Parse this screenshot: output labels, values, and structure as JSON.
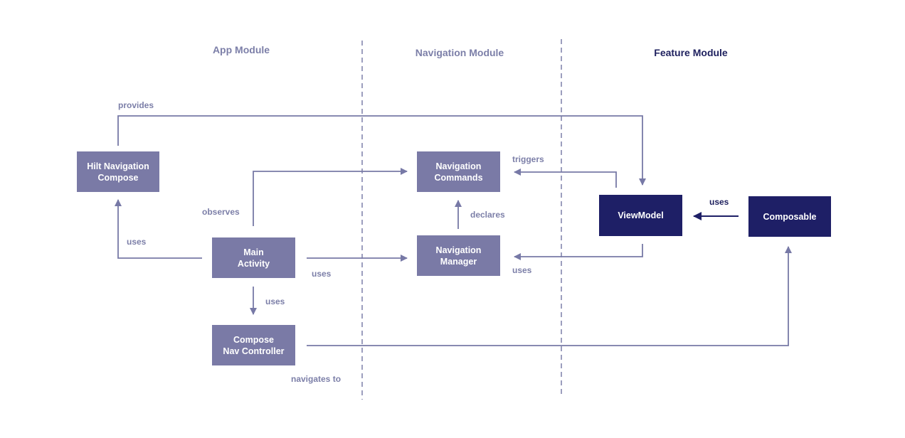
{
  "headers": {
    "app": "App Module",
    "navigation": "Navigation Module",
    "feature": "Feature Module"
  },
  "nodes": {
    "hilt": "Hilt Navigation\nCompose",
    "main_activity": "Main\nActivity",
    "compose_nav_controller": "Compose\nNav Controller",
    "navigation_commands": "Navigation\nCommands",
    "navigation_manager": "Navigation\nManager",
    "viewmodel": "ViewModel",
    "composable": "Composable"
  },
  "edge_labels": {
    "provides": "provides",
    "observes": "observes",
    "uses_hilt": "uses",
    "uses_manager": "uses",
    "uses_controller": "uses",
    "navigates_to": "navigates to",
    "triggers": "triggers",
    "declares": "declares",
    "uses_viewmodel": "uses",
    "uses_composable": "uses"
  },
  "colors": {
    "light_node": "#7a7aa6",
    "dark_node": "#1e1f66",
    "line": "#7779a6",
    "dark_line": "#1e1f66",
    "divider": "#7c7fa8"
  }
}
